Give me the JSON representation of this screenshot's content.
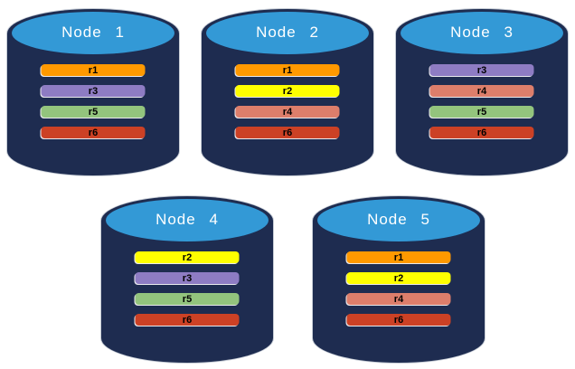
{
  "diagram": {
    "kind": "database-replication-diagram",
    "background": "#ffffff"
  },
  "palette": {
    "cylinder_body": "#1E2C50",
    "cylinder_top_face": "#3399D6",
    "cylinder_outline": "#8A99AD",
    "title_text": "#FFFFFF",
    "bar_text": "#000000"
  },
  "replica_colors": {
    "r1": "#FF9900",
    "r2": "#FFFF00",
    "r3": "#8E7CC3",
    "r4": "#DD7E6B",
    "r5": "#93C47D",
    "r6": "#CC4125"
  },
  "nodes": [
    {
      "label": "Node 1",
      "row": 1,
      "replicas": [
        "r1",
        "r3",
        "r5",
        "r6"
      ]
    },
    {
      "label": "Node 2",
      "row": 1,
      "replicas": [
        "r1",
        "r2",
        "r4",
        "r6"
      ]
    },
    {
      "label": "Node 3",
      "row": 1,
      "replicas": [
        "r3",
        "r4",
        "r5",
        "r6"
      ]
    },
    {
      "label": "Node 4",
      "row": 2,
      "replicas": [
        "r2",
        "r3",
        "r5",
        "r6"
      ]
    },
    {
      "label": "Node 5",
      "row": 2,
      "replicas": [
        "r1",
        "r2",
        "r4",
        "r6"
      ]
    }
  ]
}
